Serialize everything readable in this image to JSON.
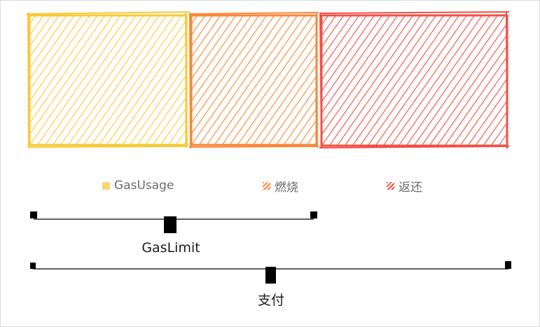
{
  "legend": {
    "gas_usage": {
      "label": "GasUsage",
      "color": "#f9c834"
    },
    "burn": {
      "label": "燃烧",
      "color": "#fb8636"
    },
    "refund": {
      "label": "返还",
      "color": "#f44e45"
    }
  },
  "brackets": {
    "gas_limit": {
      "label": "GasLimit"
    },
    "payment": {
      "label": "支付"
    }
  },
  "blocks": {
    "gas_usage": {
      "color": "#f9c834"
    },
    "burn": {
      "color": "#fb8636"
    },
    "refund": {
      "color": "#f44e45"
    }
  }
}
